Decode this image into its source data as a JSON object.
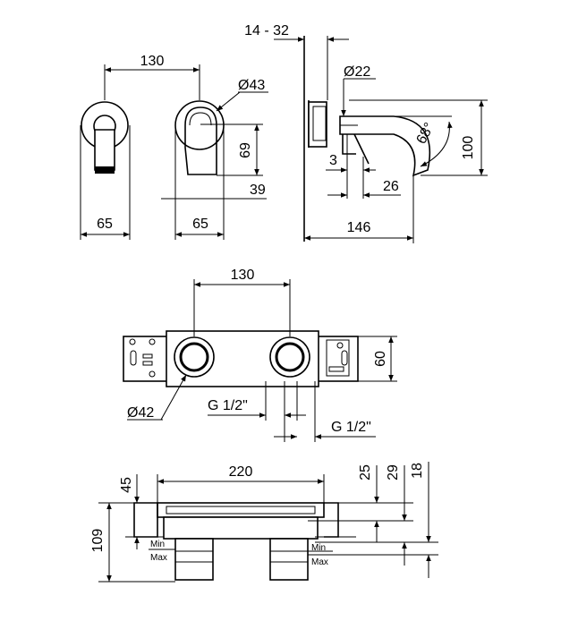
{
  "views": {
    "elevation": {
      "dim_centers": "130",
      "dim_rosette_diameter": "Ø43",
      "dim_height": "69",
      "dim_39": "39",
      "dim_left_width": "65",
      "dim_right_width": "65"
    },
    "side": {
      "dim_wall_range": "14 - 32",
      "dim_spout_diameter": "Ø22",
      "dim_angle": "68°",
      "dim_height": "100",
      "dim_3": "3",
      "dim_26": "26",
      "dim_projection": "146"
    },
    "box_front": {
      "dim_centers": "130",
      "dim_height": "60",
      "dim_diameter": "Ø42",
      "dim_inlet_1": "G 1/2\"",
      "dim_inlet_2": "G 1/2\""
    },
    "box_section": {
      "dim_width": "220",
      "dim_45": "45",
      "dim_109": "109",
      "dim_25": "25",
      "dim_29": "29",
      "dim_18": "18",
      "label_min_left": "Min",
      "label_max_left": "Max",
      "label_min_right": "Min",
      "label_max_right": "Max"
    }
  }
}
